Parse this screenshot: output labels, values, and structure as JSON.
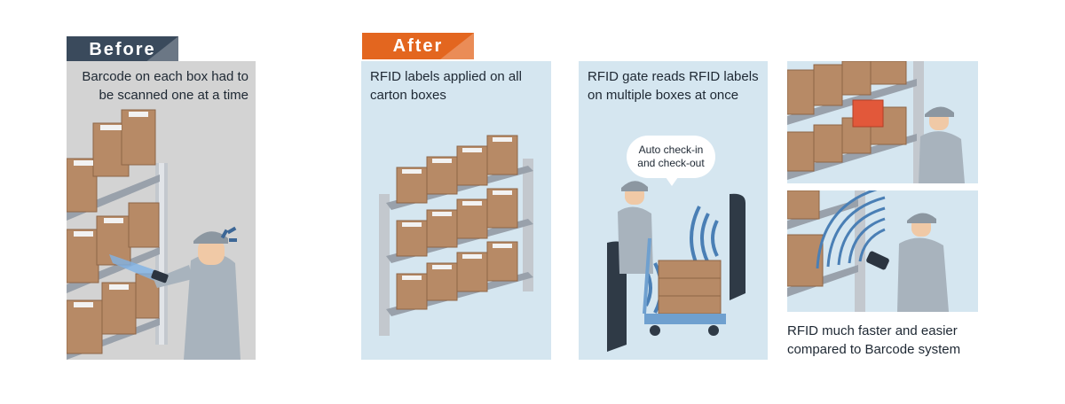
{
  "before": {
    "tag": "Before",
    "caption": "Barcode on each box had to be scanned one at a time"
  },
  "after": {
    "tag": "After",
    "labels_caption": "RFID labels applied on all carton boxes",
    "gate_caption": "RFID gate reads RFID labels on multiple boxes at once",
    "bubble_line1": "Auto check-in",
    "bubble_line2": "and check-out",
    "final_caption": "RFID much faster and easier compared to Barcode system"
  },
  "colors": {
    "before_tag": "#3a4a5c",
    "after_tag": "#e3661f",
    "box": "#b78a66",
    "shelf": "#b8bec6",
    "rfid_wave": "#4a7fb5",
    "highlight_box": "#e2583a"
  },
  "icons": [
    "warehouse-shelf-icon",
    "worker-icon",
    "barcode-scanner-icon",
    "rfid-gate-icon",
    "rfid-wave-icon",
    "hand-cart-icon"
  ]
}
